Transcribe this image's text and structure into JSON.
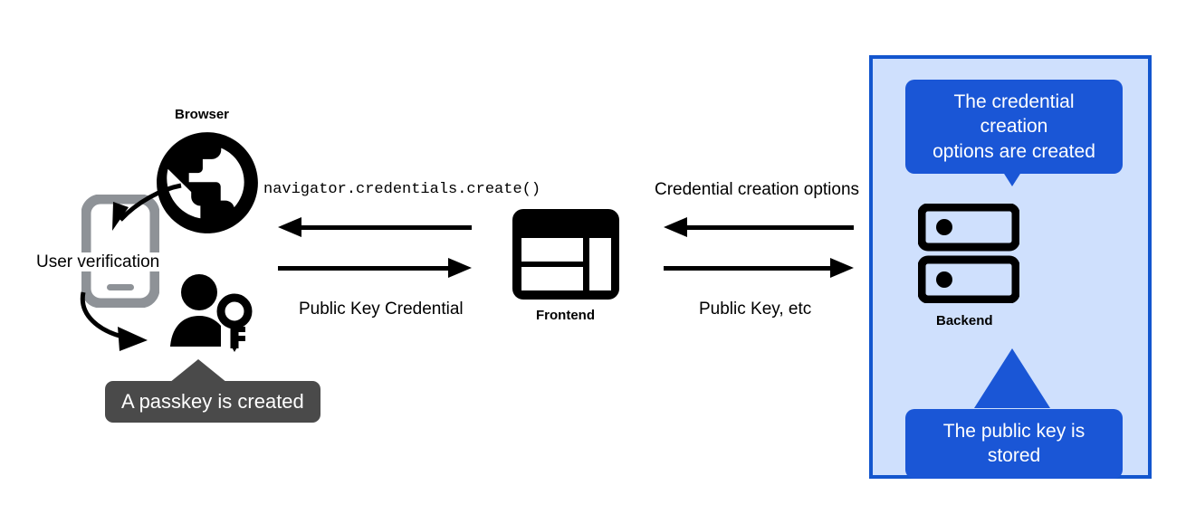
{
  "diagram": {
    "title": "WebAuthn passkey registration flow",
    "colors": {
      "panel_background": "#CFE0FD",
      "panel_border": "#1356CE",
      "callout_blue": "#1A56D6",
      "tooltip_gray": "#4A4A4A",
      "icon_black": "#000000",
      "phone_gray": "#8E9297",
      "page_background": "#FFFFFF"
    }
  },
  "client": {
    "browser_label": "Browser",
    "browser_icon": "globe-icon",
    "phone_icon": "smartphone-icon",
    "user_key_icon": "person-with-key-icon",
    "user_verification_label": "User verification",
    "verification_arrow_icon": "curved-arrow-down-icon",
    "passkey_arrow_icon": "curved-arrow-down-right-icon",
    "passkey_tooltip": "A passkey is created"
  },
  "frontend": {
    "label": "Frontend",
    "icon": "web-layout-icon"
  },
  "backend": {
    "label": "Backend",
    "icon": "server-storage-icon",
    "callout_top": "The credential creation options are created",
    "callout_top_lines": [
      "The credential creation",
      "options are created"
    ],
    "callout_bottom": "The public key is stored",
    "callout_bottom_lines": [
      "The public key is",
      "stored"
    ]
  },
  "flows": {
    "browser_frontend": {
      "inbound_label": "navigator.credentials.create()",
      "inbound_direction": "left",
      "outbound_label": "Public Key Credential",
      "outbound_direction": "right"
    },
    "frontend_backend": {
      "inbound_label": "Credential creation options",
      "inbound_direction": "left",
      "outbound_label": "Public Key, etc",
      "outbound_direction": "right"
    }
  }
}
